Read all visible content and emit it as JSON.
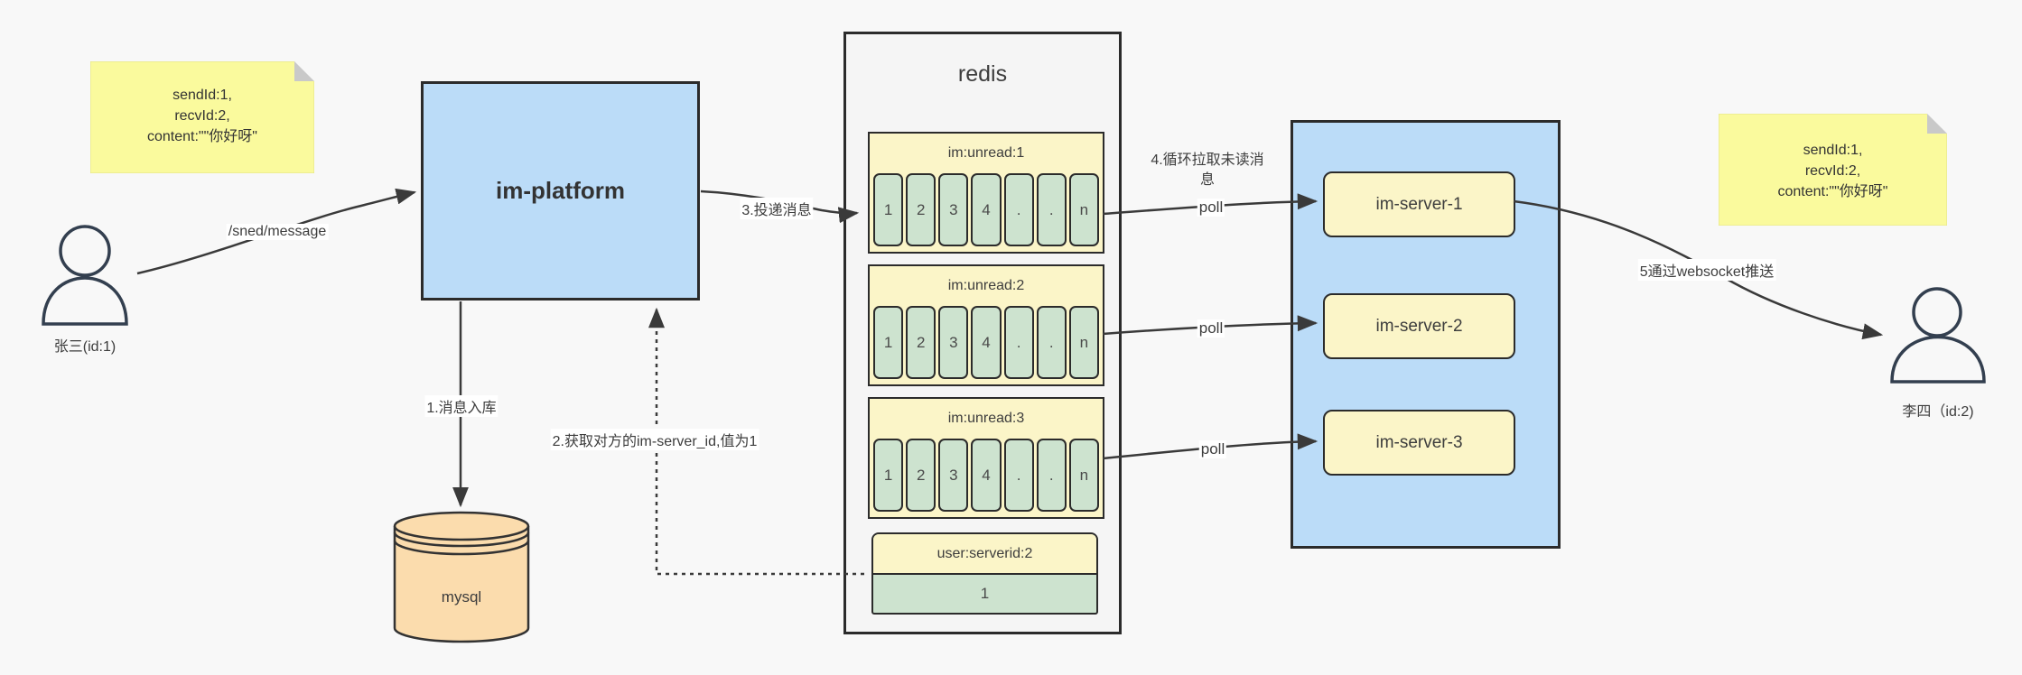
{
  "colors": {
    "background": "#f8f8f8",
    "note_yellow": "#fafa9d",
    "panel_blue": "#bbdcf8",
    "box_yellow": "#fbf5c8",
    "cell_green": "#cde3cf",
    "db_peach": "#fbdcad",
    "line": "#3a3a3a",
    "border": "#2b2b2b"
  },
  "notes": {
    "left": {
      "lines": [
        "sendId:1,",
        "recvId:2,",
        "content:\"\"你好呀\""
      ]
    },
    "right": {
      "lines": [
        "sendId:1,",
        "recvId:2,",
        "content:\"\"你好呀\""
      ]
    }
  },
  "actors": {
    "sender": {
      "label": "张三(id:1)"
    },
    "receiver": {
      "label": "李四（id:2)"
    }
  },
  "platform": {
    "label": "im-platform"
  },
  "database": {
    "label": "mysql"
  },
  "redis": {
    "title": "redis",
    "queues": [
      {
        "label": "im:unread:1",
        "cells": [
          "1",
          "2",
          "3",
          "4",
          ".",
          ".",
          "n"
        ]
      },
      {
        "label": "im:unread:2",
        "cells": [
          "1",
          "2",
          "3",
          "4",
          ".",
          ".",
          "n"
        ]
      },
      {
        "label": "im:unread:3",
        "cells": [
          "1",
          "2",
          "3",
          "4",
          ".",
          ".",
          "n"
        ]
      }
    ],
    "kv": {
      "key": "user:serverid:2",
      "value": "1"
    }
  },
  "servers": [
    {
      "label": "im-server-1"
    },
    {
      "label": "im-server-2"
    },
    {
      "label": "im-server-3"
    }
  ],
  "edges": {
    "send_message": "/sned/message",
    "store_db": "1.消息入库",
    "get_server_id": "2.获取对方的im-server_id,值为1",
    "deliver": "3.投递消息",
    "poll_note": "4.循环拉取未读消息",
    "poll_1": "poll",
    "poll_2": "poll",
    "poll_3": "poll",
    "websocket_push": "5通过websocket推送"
  }
}
